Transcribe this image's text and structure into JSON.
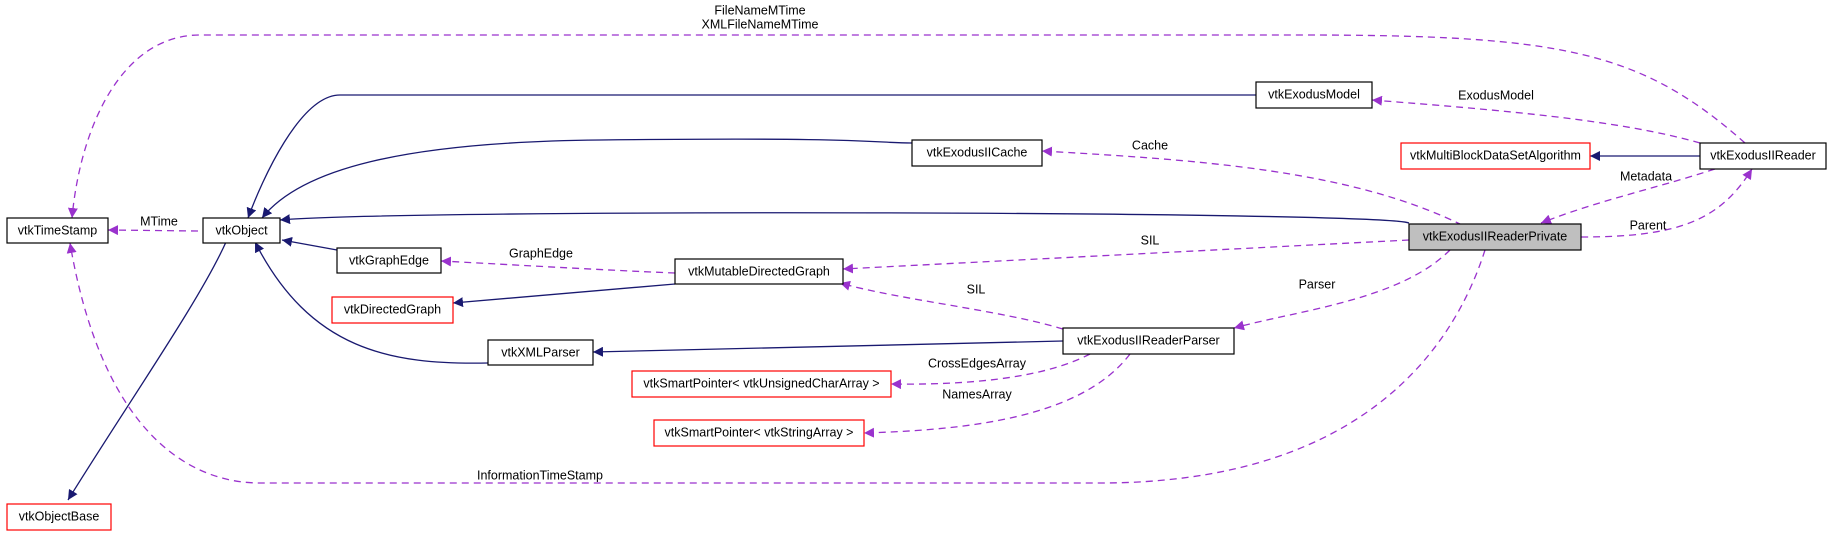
{
  "colors": {
    "inherit_edge": "#191970",
    "usage_edge": "#9a32cd",
    "node_border_black": "#000000",
    "node_border_red": "#ff0000",
    "highlight_fill": "#bfbfbf"
  },
  "nodes": {
    "vtkTimeStamp": "vtkTimeStamp",
    "vtkObject": "vtkObject",
    "vtkObjectBase": "vtkObjectBase",
    "vtkGraphEdge": "vtkGraphEdge",
    "vtkDirectedGraph": "vtkDirectedGraph",
    "vtkXMLParser": "vtkXMLParser",
    "vtkMutableDirectedGraph": "vtkMutableDirectedGraph",
    "vtkSmartPointerUChar": "vtkSmartPointer< vtkUnsignedCharArray >",
    "vtkSmartPointerString": "vtkSmartPointer< vtkStringArray >",
    "vtkExodusIICache": "vtkExodusIICache",
    "vtkExodusModel": "vtkExodusModel",
    "vtkExodusIIReaderParser": "vtkExodusIIReaderParser",
    "vtkMultiBlockDataSetAlgorithm": "vtkMultiBlockDataSetAlgorithm",
    "vtkExodusIIReaderPrivate": "vtkExodusIIReaderPrivate",
    "vtkExodusIIReader": "vtkExodusIIReader"
  },
  "edge_labels": {
    "filename_mtime": "FileNameMTime",
    "xml_filename_mtime": "XMLFileNameMTime",
    "mtime": "MTime",
    "exodus_model": "ExodusModel",
    "cache": "Cache",
    "metadata": "Metadata",
    "graph_edge": "GraphEdge",
    "sil_private": "SIL",
    "sil_parser": "SIL",
    "parent": "Parent",
    "parser": "Parser",
    "cross_edges_array": "CrossEdgesArray",
    "names_array": "NamesArray",
    "information_time_stamp": "InformationTimeStamp"
  }
}
